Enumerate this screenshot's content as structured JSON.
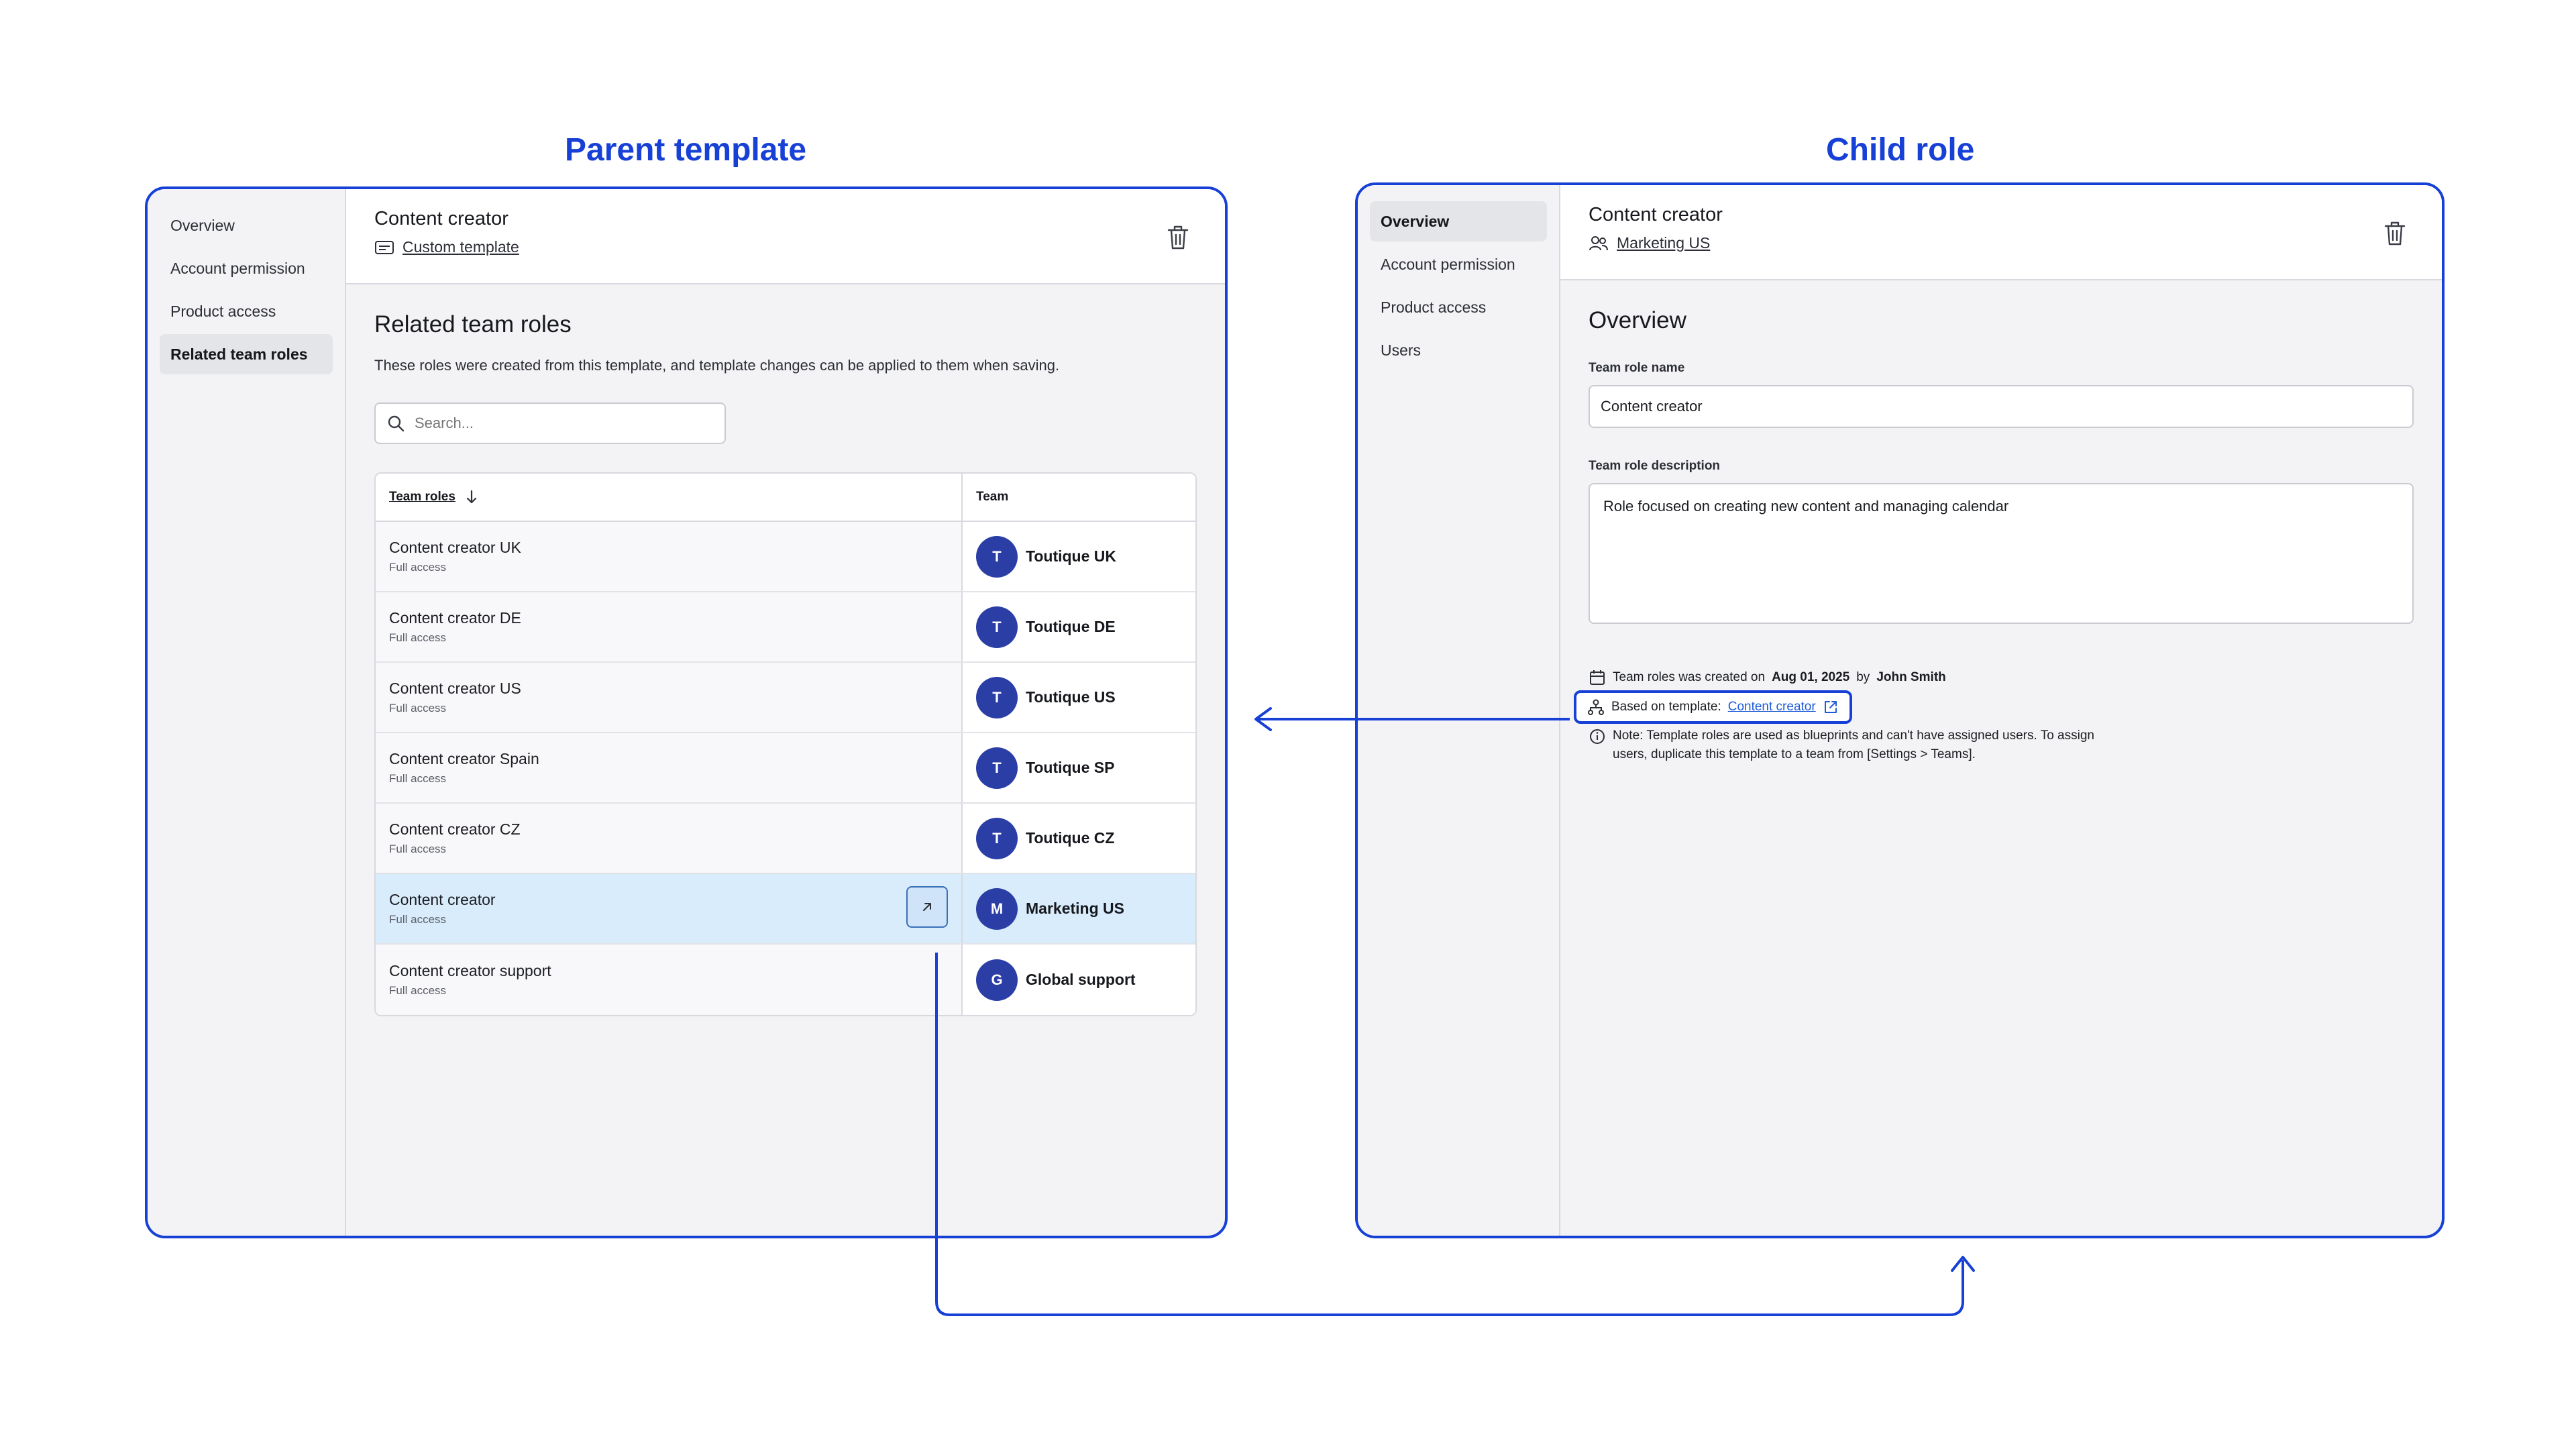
{
  "headings": {
    "parent": "Parent template",
    "child": "Child role"
  },
  "parent": {
    "nav": [
      "Overview",
      "Account permission",
      "Product access",
      "Related team roles"
    ],
    "active_nav": 3,
    "title": "Content creator",
    "subtitle": "Custom template",
    "section_title": "Related team roles",
    "description": "These roles were created from this template, and template changes can be applied to them when saving.",
    "search_placeholder": "Search...",
    "table": {
      "col_roles": "Team roles",
      "col_team": "Team",
      "rows": [
        {
          "role": "Content creator UK",
          "access": "Full access",
          "initial": "T",
          "team": "Toutique UK"
        },
        {
          "role": "Content creator DE",
          "access": "Full access",
          "initial": "T",
          "team": "Toutique DE"
        },
        {
          "role": "Content creator US",
          "access": "Full access",
          "initial": "T",
          "team": "Toutique US"
        },
        {
          "role": "Content creator Spain",
          "access": "Full access",
          "initial": "T",
          "team": "Toutique SP"
        },
        {
          "role": "Content creator CZ",
          "access": "Full access",
          "initial": "T",
          "team": "Toutique CZ"
        },
        {
          "role": "Content creator",
          "access": "Full access",
          "initial": "M",
          "team": "Marketing US"
        },
        {
          "role": "Content creator support",
          "access": "Full access",
          "initial": "G",
          "team": "Global support"
        }
      ]
    }
  },
  "child": {
    "nav": [
      "Overview",
      "Account permission",
      "Product access",
      "Users"
    ],
    "active_nav": 0,
    "title": "Content creator",
    "subtitle": "Marketing US",
    "section_title": "Overview",
    "name_label": "Team role name",
    "name_value": "Content creator",
    "desc_label": "Team role description",
    "desc_value": "Role focused on creating new content and managing calendar",
    "created_prefix": "Team roles was created on",
    "created_date": "Aug 01, 2025",
    "created_by_word": "by",
    "created_by": "John Smith",
    "based_prefix": "Based on template:",
    "based_link": "Content creator",
    "note_line1": "Note: Template roles are used as blueprints and can't have assigned users. To assign",
    "note_line2": "users, duplicate this template to a team from [Settings > Teams]."
  },
  "colors": {
    "accent": "#1740d6",
    "avatar": "#2b3ea6",
    "highlight_row": "#d9ecfb",
    "link": "#1d5bd8"
  },
  "icons": [
    "trash-icon",
    "template-icon",
    "users-icon",
    "search-icon",
    "sort-arrow-icon",
    "open-link-icon",
    "calendar-icon",
    "hierarchy-icon",
    "external-link-icon",
    "info-icon"
  ]
}
